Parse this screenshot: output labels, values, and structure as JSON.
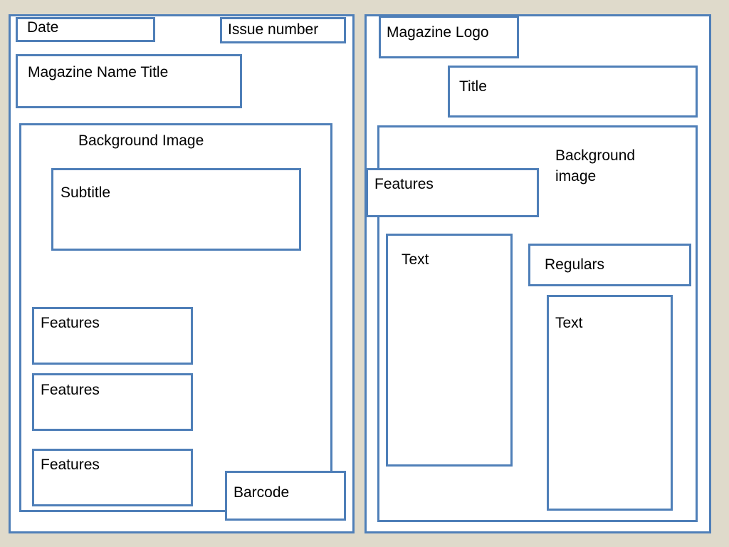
{
  "front_cover": {
    "date": "Date",
    "issue_number": "Issue number",
    "magazine_name_title": "Magazine Name Title",
    "background_image": "Background Image",
    "subtitle": "Subtitle",
    "features": [
      "Features",
      "Features",
      "Features"
    ],
    "barcode": "Barcode"
  },
  "contents_page": {
    "magazine_logo": "Magazine Logo",
    "title": "Title",
    "background_image": "Background\nimage",
    "features": "Features",
    "text_left": "Text",
    "regulars": "Regulars",
    "text_right": "Text"
  },
  "colors": {
    "border": "#4f7fb8",
    "background": "#dfdacb",
    "box_fill": "#ffffff"
  }
}
